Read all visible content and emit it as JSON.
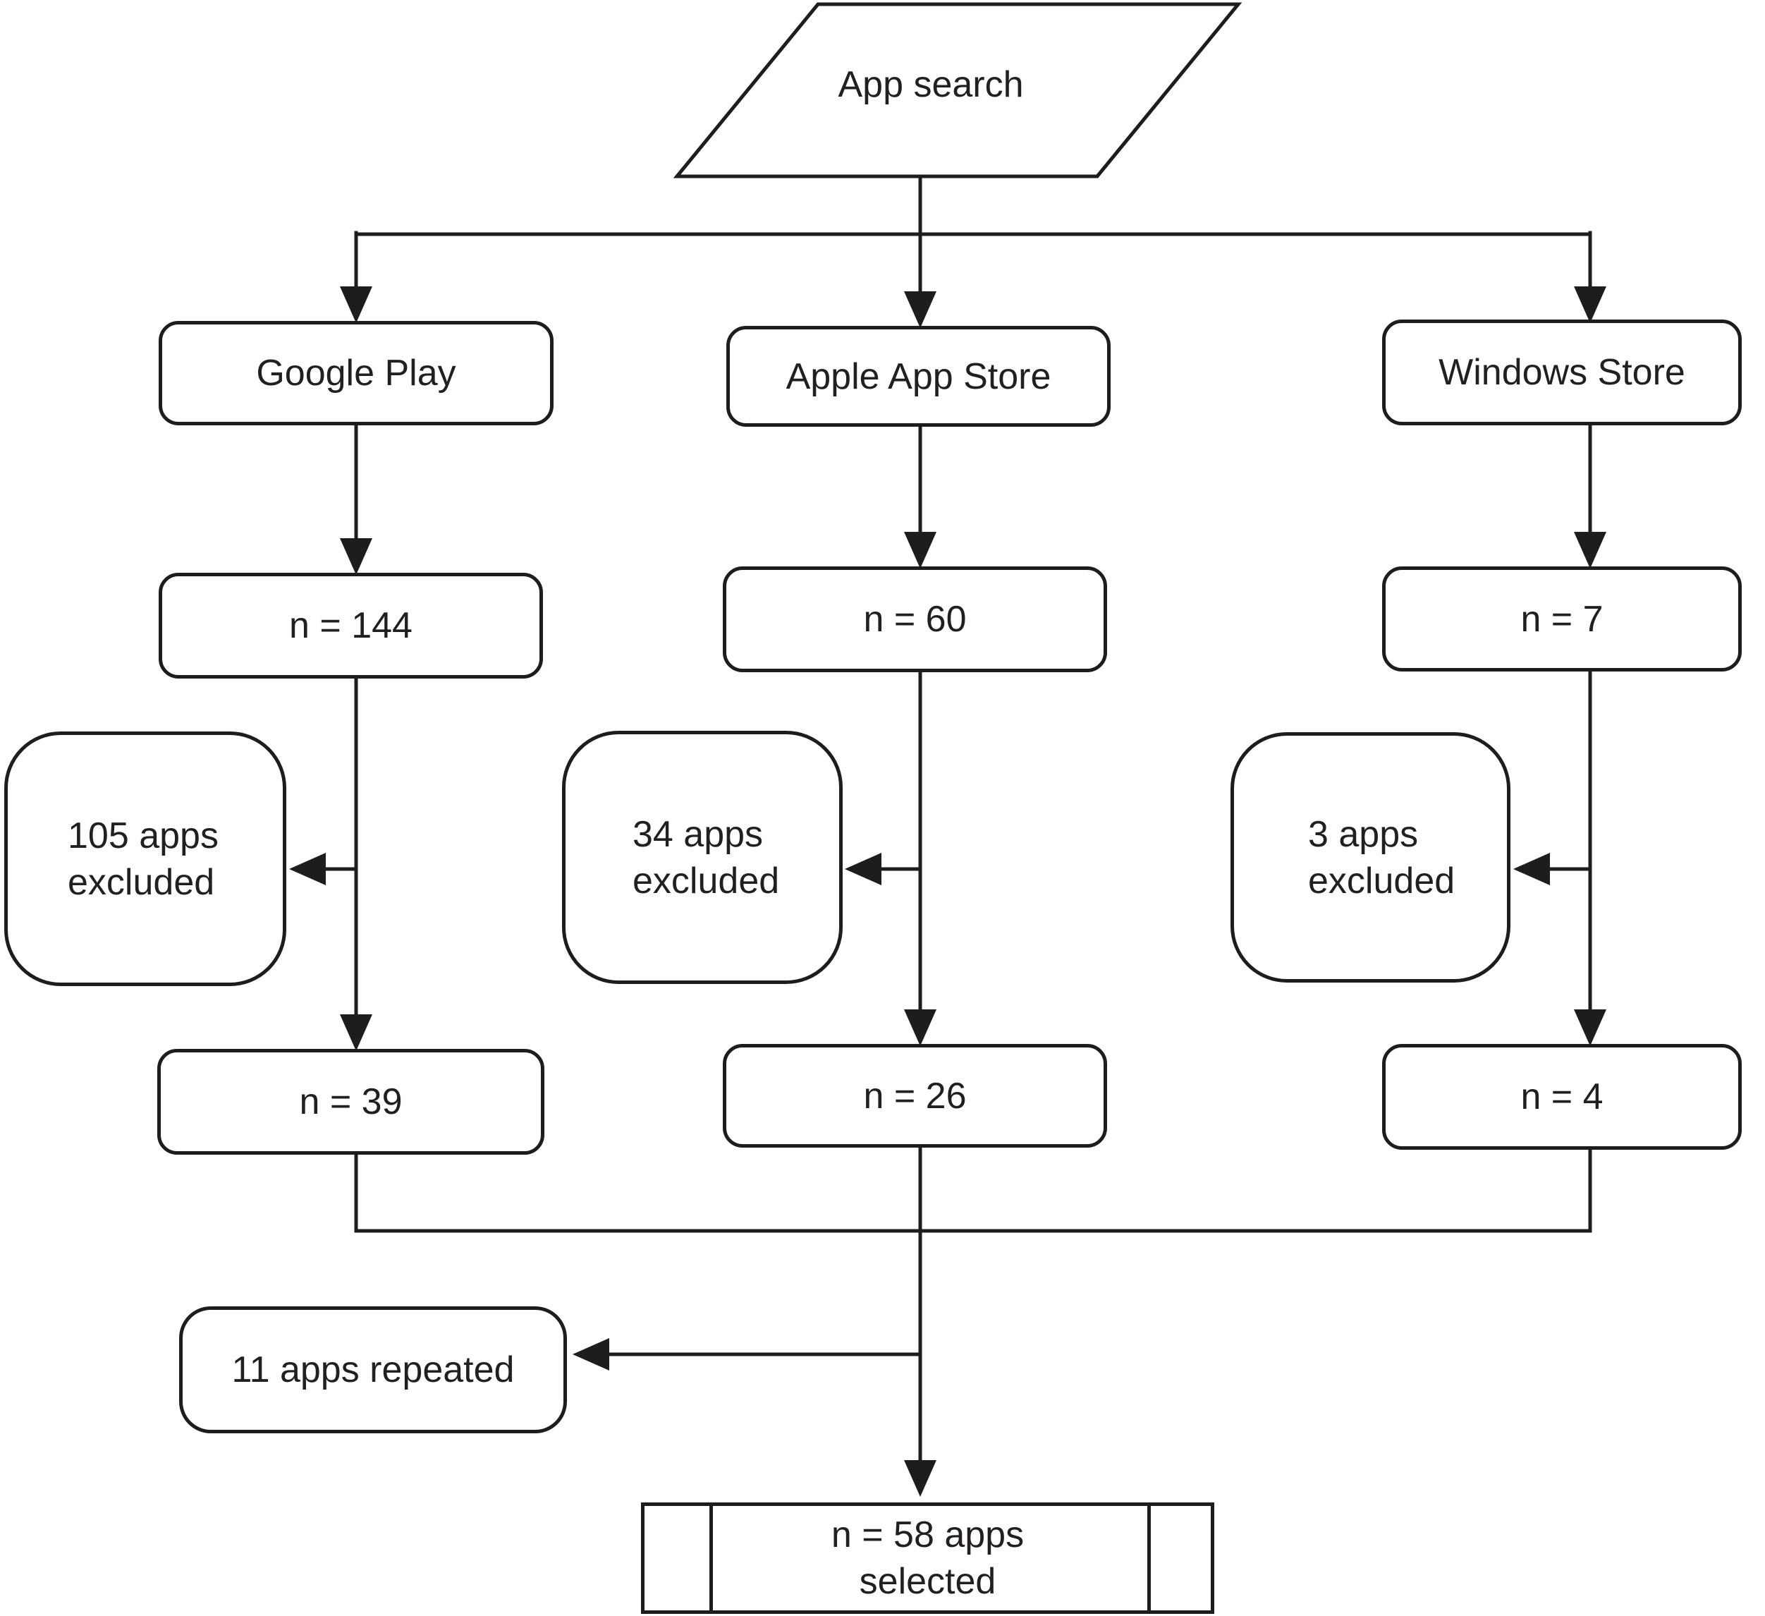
{
  "diagram": {
    "type": "flowchart",
    "background_color": "#ffffff",
    "line_color": "#1d1d1b",
    "text_color": "#231f20",
    "nodes": {
      "app_search": {
        "label": "App search",
        "shape": "parallelogram"
      },
      "google_play": {
        "label": "Google Play",
        "shape": "rounded-rect"
      },
      "apple_app_store": {
        "label": "Apple App Store",
        "shape": "rounded-rect"
      },
      "windows_store": {
        "label": "Windows Store",
        "shape": "rounded-rect"
      },
      "google_play_results": {
        "label": "n = 144",
        "shape": "rounded-rect"
      },
      "apple_results": {
        "label": "n = 60",
        "shape": "rounded-rect"
      },
      "windows_results": {
        "label": "n = 7",
        "shape": "rounded-rect"
      },
      "google_play_excluded": {
        "lines": [
          "105 apps",
          "excluded"
        ],
        "shape": "rounded-square"
      },
      "apple_excluded": {
        "lines": [
          "34 apps",
          "excluded"
        ],
        "shape": "rounded-square"
      },
      "windows_excluded": {
        "lines": [
          "3 apps",
          "excluded"
        ],
        "shape": "rounded-square"
      },
      "google_play_included": {
        "label": "n = 39",
        "shape": "rounded-rect"
      },
      "apple_included": {
        "label": "n = 26",
        "shape": "rounded-rect"
      },
      "windows_included": {
        "label": "n = 4",
        "shape": "rounded-rect"
      },
      "repeated": {
        "label": "11 apps repeated",
        "shape": "rounded-rect"
      },
      "selected": {
        "lines": [
          "n = 58 apps",
          "selected"
        ],
        "shape": "predefined-process"
      }
    },
    "edges": [
      {
        "from": "app_search",
        "to": "google_play"
      },
      {
        "from": "app_search",
        "to": "apple_app_store"
      },
      {
        "from": "app_search",
        "to": "windows_store"
      },
      {
        "from": "google_play",
        "to": "google_play_results"
      },
      {
        "from": "apple_app_store",
        "to": "apple_results"
      },
      {
        "from": "windows_store",
        "to": "windows_results"
      },
      {
        "from": "google_play_results",
        "to": "google_play_excluded"
      },
      {
        "from": "google_play_results",
        "to": "google_play_included"
      },
      {
        "from": "apple_results",
        "to": "apple_excluded"
      },
      {
        "from": "apple_results",
        "to": "apple_included"
      },
      {
        "from": "windows_results",
        "to": "windows_excluded"
      },
      {
        "from": "windows_results",
        "to": "windows_included"
      },
      {
        "from": "google_play_included",
        "to": "selected"
      },
      {
        "from": "apple_included",
        "to": "selected"
      },
      {
        "from": "windows_included",
        "to": "selected"
      },
      {
        "from": "merged_flow",
        "to": "repeated"
      }
    ]
  }
}
